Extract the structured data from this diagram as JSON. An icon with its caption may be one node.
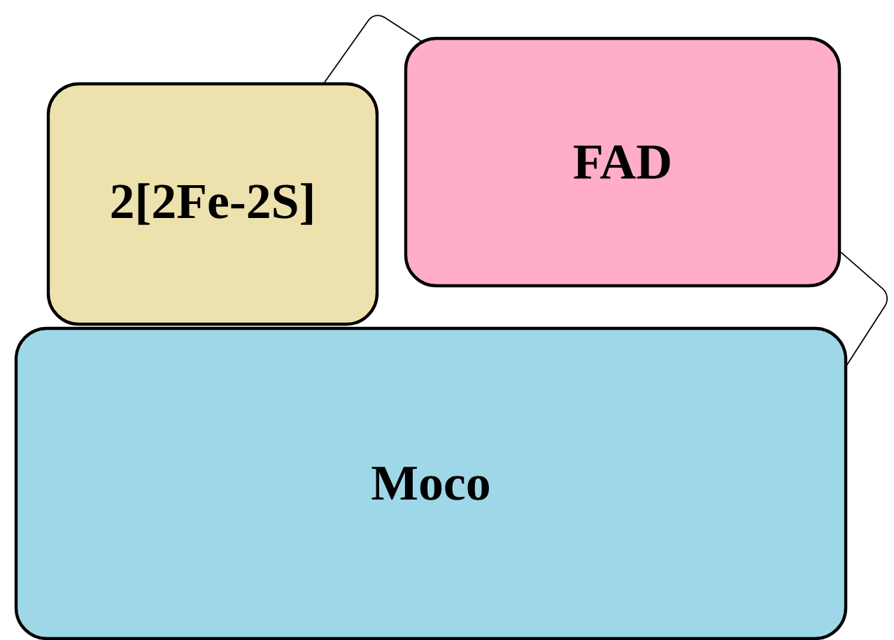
{
  "diagram": {
    "nodes": [
      {
        "text": [
          "2[2Fe-2S]"
        ]
      },
      {
        "text": [
          "FAD"
        ]
      },
      {
        "text": [
          "Moco"
        ]
      }
    ],
    "edges": [
      {
        "from": 0,
        "to": 1,
        "arrow": "none"
      },
      {
        "from": 1,
        "to": 2,
        "arrow": "none"
      }
    ]
  }
}
